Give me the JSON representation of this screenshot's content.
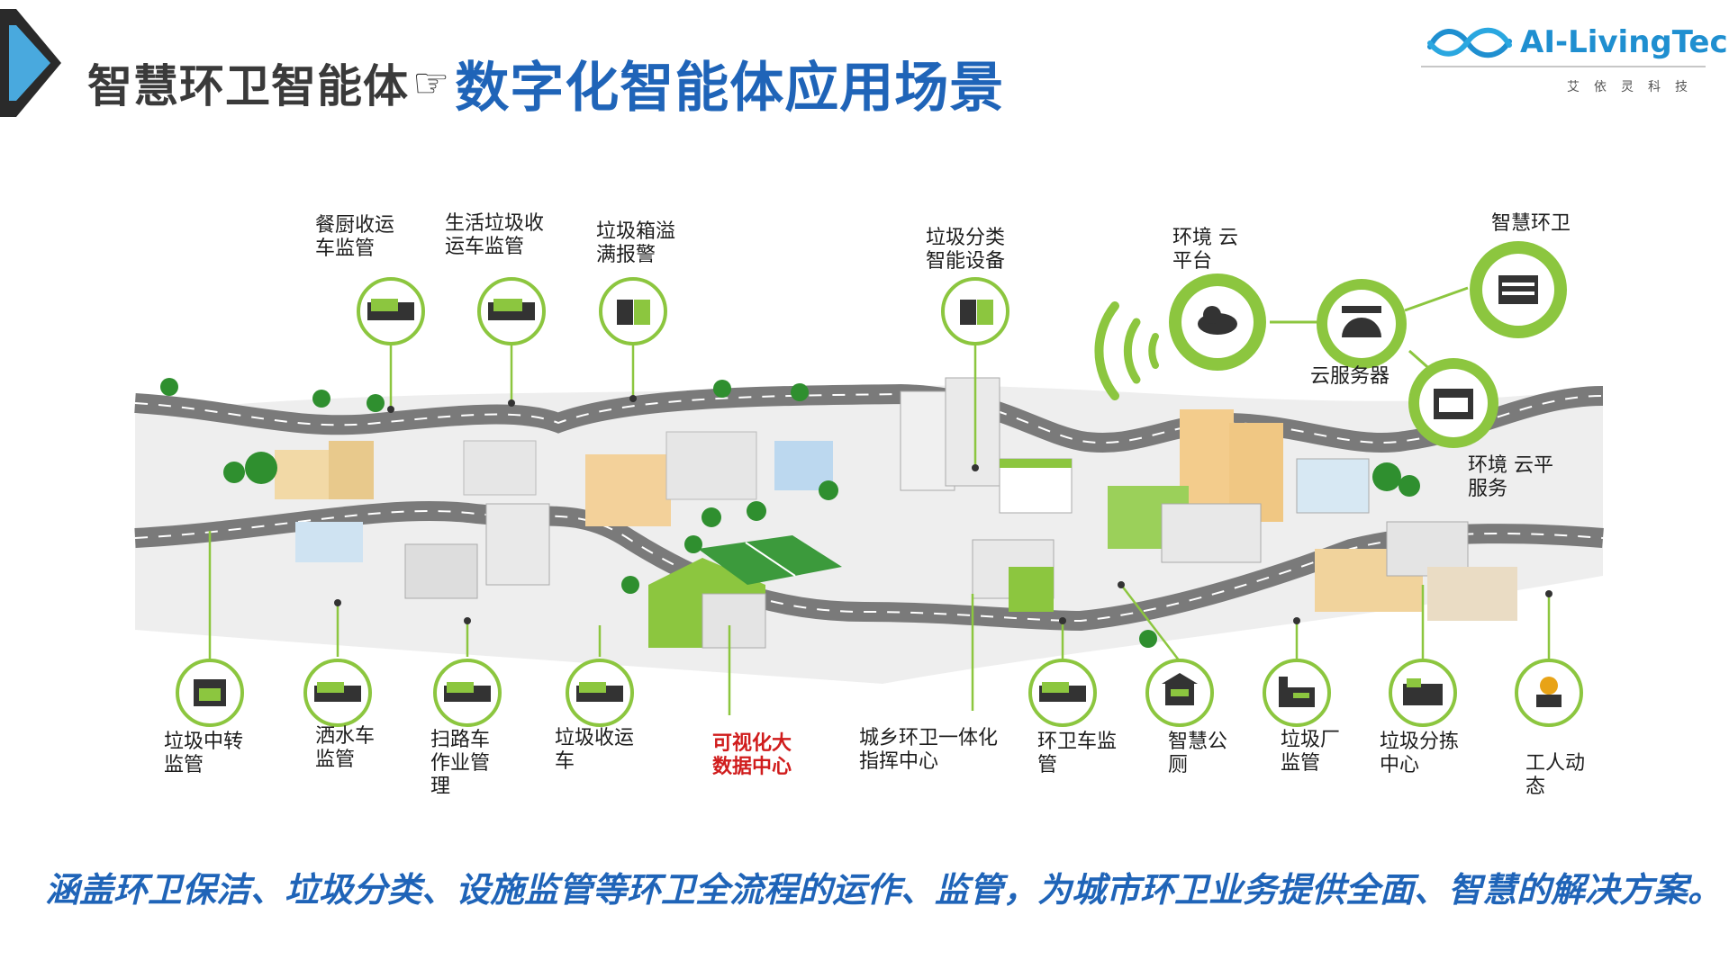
{
  "header": {
    "title_main": "智慧环卫智能体",
    "pointer_glyph": "☞",
    "title_sub": "数字化智能体应用场景",
    "logo_text": "AI-LivingTech",
    "logo_sub": "艾依灵科技",
    "accent_color": "#1f64b8",
    "green_color": "#8cc63f"
  },
  "labels_top": [
    {
      "text": "餐厨收运\n车监管",
      "icon": "kitchen-waste-truck-icon"
    },
    {
      "text": "生活垃圾收\n运车监管",
      "icon": "garbage-truck-icon"
    },
    {
      "text": "垃圾箱溢\n满报警",
      "icon": "bin-overflow-icon"
    },
    {
      "text": "垃圾分类\n智能设备",
      "icon": "sorting-device-icon"
    },
    {
      "text": "环境 云\n平台",
      "icon": "cloud-icon"
    },
    {
      "text": "智慧环卫",
      "icon": "dashboard-icon"
    },
    {
      "text": "云服务器",
      "icon": "server-icon"
    },
    {
      "text": "环境 云平\n服务",
      "icon": "network-icon"
    }
  ],
  "labels_bottom": [
    {
      "text": "垃圾中转\n监管",
      "icon": "transfer-station-icon"
    },
    {
      "text": "洒水车\n监管",
      "icon": "sprinkler-truck-icon"
    },
    {
      "text": "扫路车\n作业管\n理",
      "icon": "sweeper-truck-icon"
    },
    {
      "text": "垃圾收运\n车",
      "icon": "collection-truck-icon"
    },
    {
      "text": "可视化大\n数据中心"
    },
    {
      "text": "城乡环卫一体化\n指挥中心"
    },
    {
      "text": "环卫车监\n管",
      "icon": "sanitation-truck-icon"
    },
    {
      "text": "智慧公\n厕",
      "icon": "toilet-icon"
    },
    {
      "text": "垃圾厂\n监管",
      "icon": "factory-icon"
    },
    {
      "text": "垃圾分拣\n中心",
      "icon": "sorting-center-icon"
    },
    {
      "text": "工人动\n态",
      "icon": "worker-icon"
    }
  ],
  "footer": {
    "tagline": "涵盖环卫保洁、垃圾分类、设施监管等环卫全流程的运作、监管，为城市环卫业务提供全面、智慧的解决方案。"
  }
}
